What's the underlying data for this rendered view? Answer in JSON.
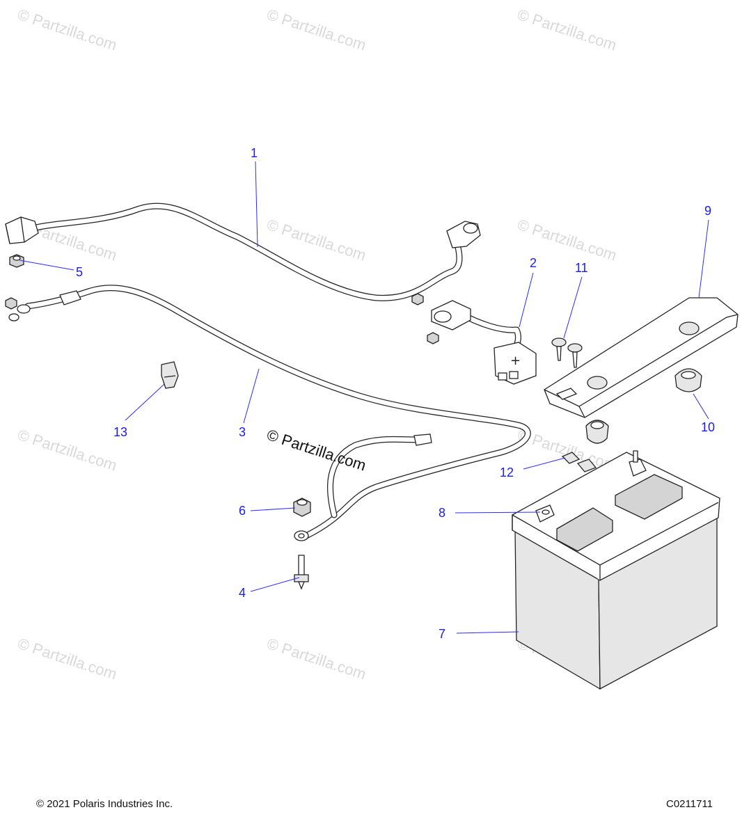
{
  "watermark": {
    "text": "© Partzilla.com"
  },
  "callouts": {
    "c1": "1",
    "c2": "2",
    "c3": "3",
    "c4": "4",
    "c5": "5",
    "c6": "6",
    "c7": "7",
    "c8": "8",
    "c9": "9",
    "c10": "10",
    "c11": "11",
    "c12": "12",
    "c13": "13"
  },
  "battery_terminal_symbol": "+",
  "footer": {
    "copyright": "© 2021 Polaris Industries Inc.",
    "code": "C0211711"
  },
  "colors": {
    "callout": "#1a1aff",
    "watermark": "#d9d9d9",
    "line": "#222222"
  }
}
